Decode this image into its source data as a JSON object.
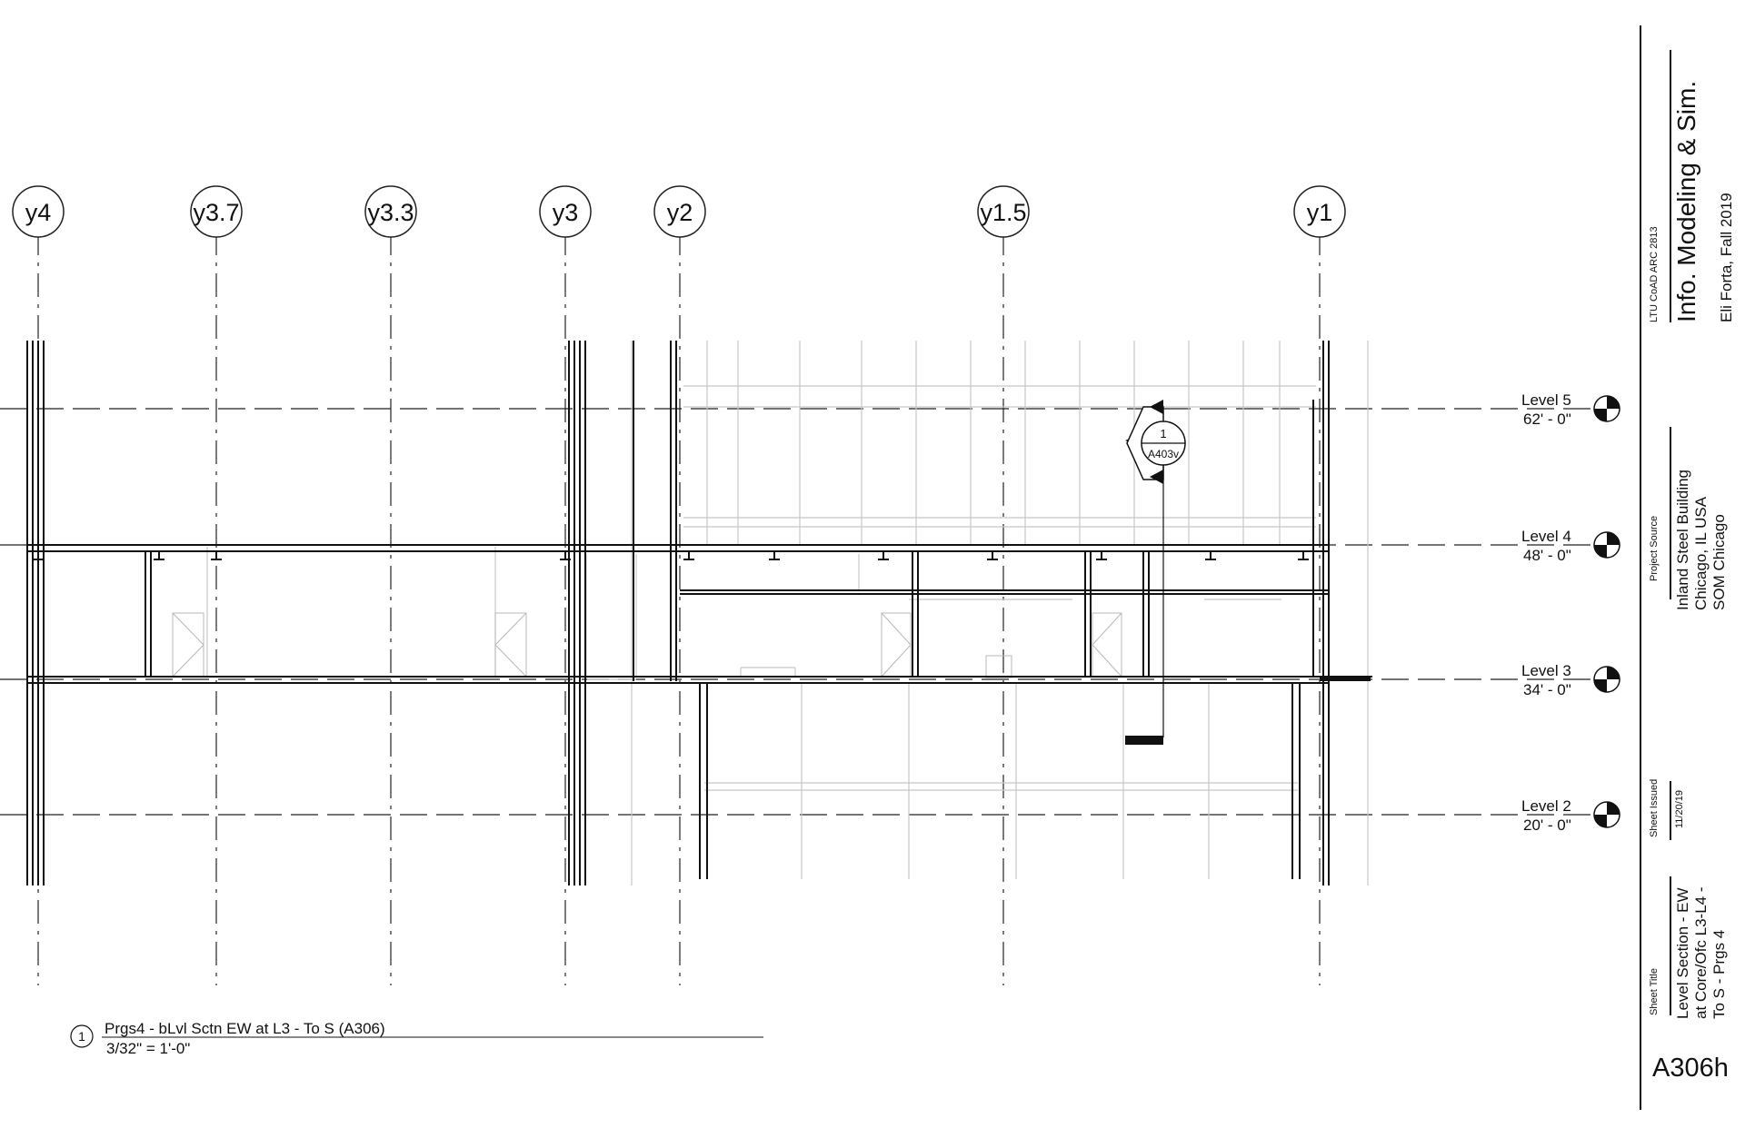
{
  "grid_labels": [
    "y4",
    "y3.7",
    "y3.3",
    "y3",
    "y2",
    "y1.5",
    "y1"
  ],
  "levels": [
    {
      "name": "Level 5",
      "elevation": "62' - 0\""
    },
    {
      "name": "Level 4",
      "elevation": "48' - 0\""
    },
    {
      "name": "Level 3",
      "elevation": "34' - 0\""
    },
    {
      "name": "Level 2",
      "elevation": "20' - 0\""
    }
  ],
  "section_tag": {
    "number": "1",
    "sheet": "A403v"
  },
  "view_title": {
    "number": "1",
    "title": "Prgs4 - bLvl Sctn EW at L3 - To S (A306)",
    "scale": "3/32\" = 1'-0\""
  },
  "title_block": {
    "course": "LTU CoAD ARC 2813",
    "course_title": "Info. Modeling & Sim.",
    "author_term": "Eli Forta, Fall 2019",
    "project_source_label": "Project Source",
    "project_lines": [
      "Inland Steel Building",
      "Chicago, IL USA",
      "SOM Chicago"
    ],
    "sheet_issued_label": "Sheet Issued",
    "sheet_issued_date": "11/20/19",
    "sheet_title_label": "Sheet Title",
    "sheet_title_lines": [
      "Level Section - EW",
      "at Core/Ofc L3-L4 -",
      "To S - Prgs 4"
    ],
    "sheet_number": "A306h"
  }
}
